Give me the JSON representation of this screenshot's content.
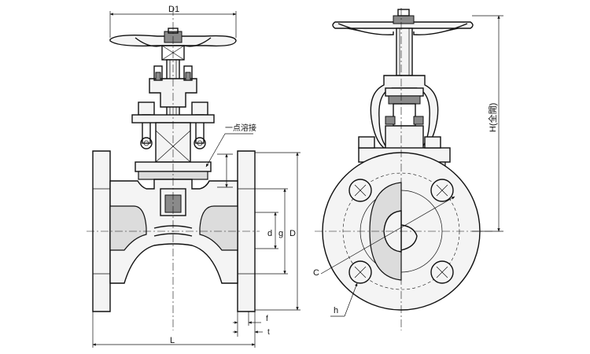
{
  "labels": {
    "d1": "D1",
    "weld_note": "一点溶接",
    "g": "g",
    "d": "d",
    "D": "D",
    "f": "f",
    "t": "t",
    "L": "L",
    "C": "C",
    "h": "h",
    "H": "H(全開)"
  }
}
